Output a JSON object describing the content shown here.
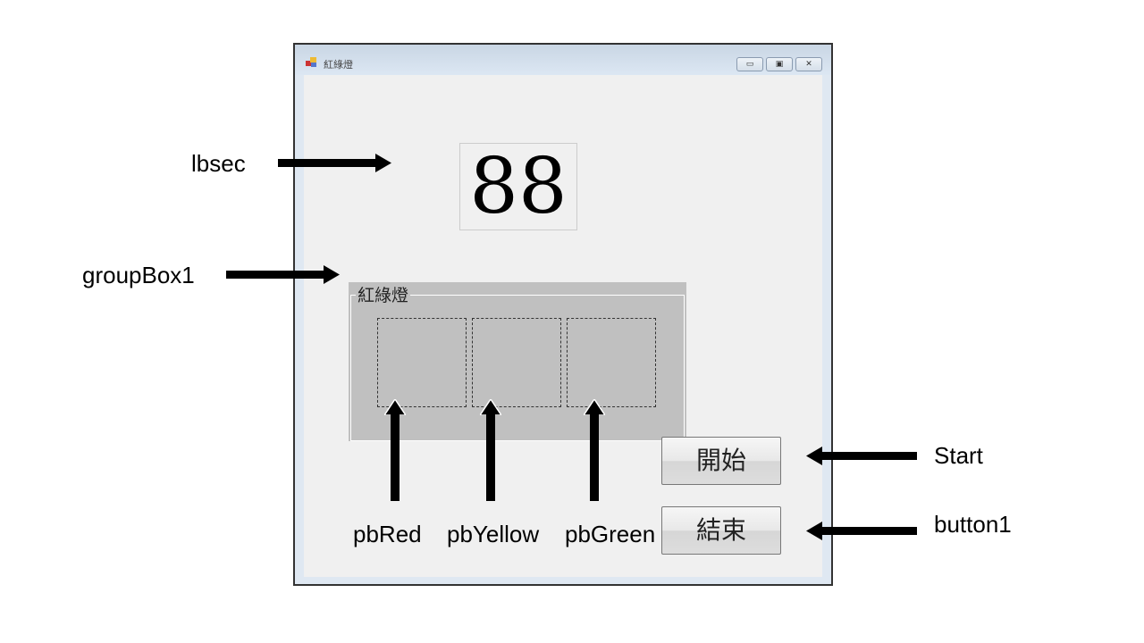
{
  "window": {
    "title": "紅綠燈",
    "minimize": "▭",
    "maximize": "▣",
    "close": "✕"
  },
  "lbsec": {
    "value": "88"
  },
  "groupbox": {
    "title": "紅綠燈"
  },
  "buttons": {
    "start": "開始",
    "end": "結束"
  },
  "annotations": {
    "lbsec": "lbsec",
    "groupBox1": "groupBox1",
    "start": "Start",
    "button1": "button1",
    "pbRed": "pbRed",
    "pbYellow": "pbYellow",
    "pbGreen": "pbGreen"
  }
}
